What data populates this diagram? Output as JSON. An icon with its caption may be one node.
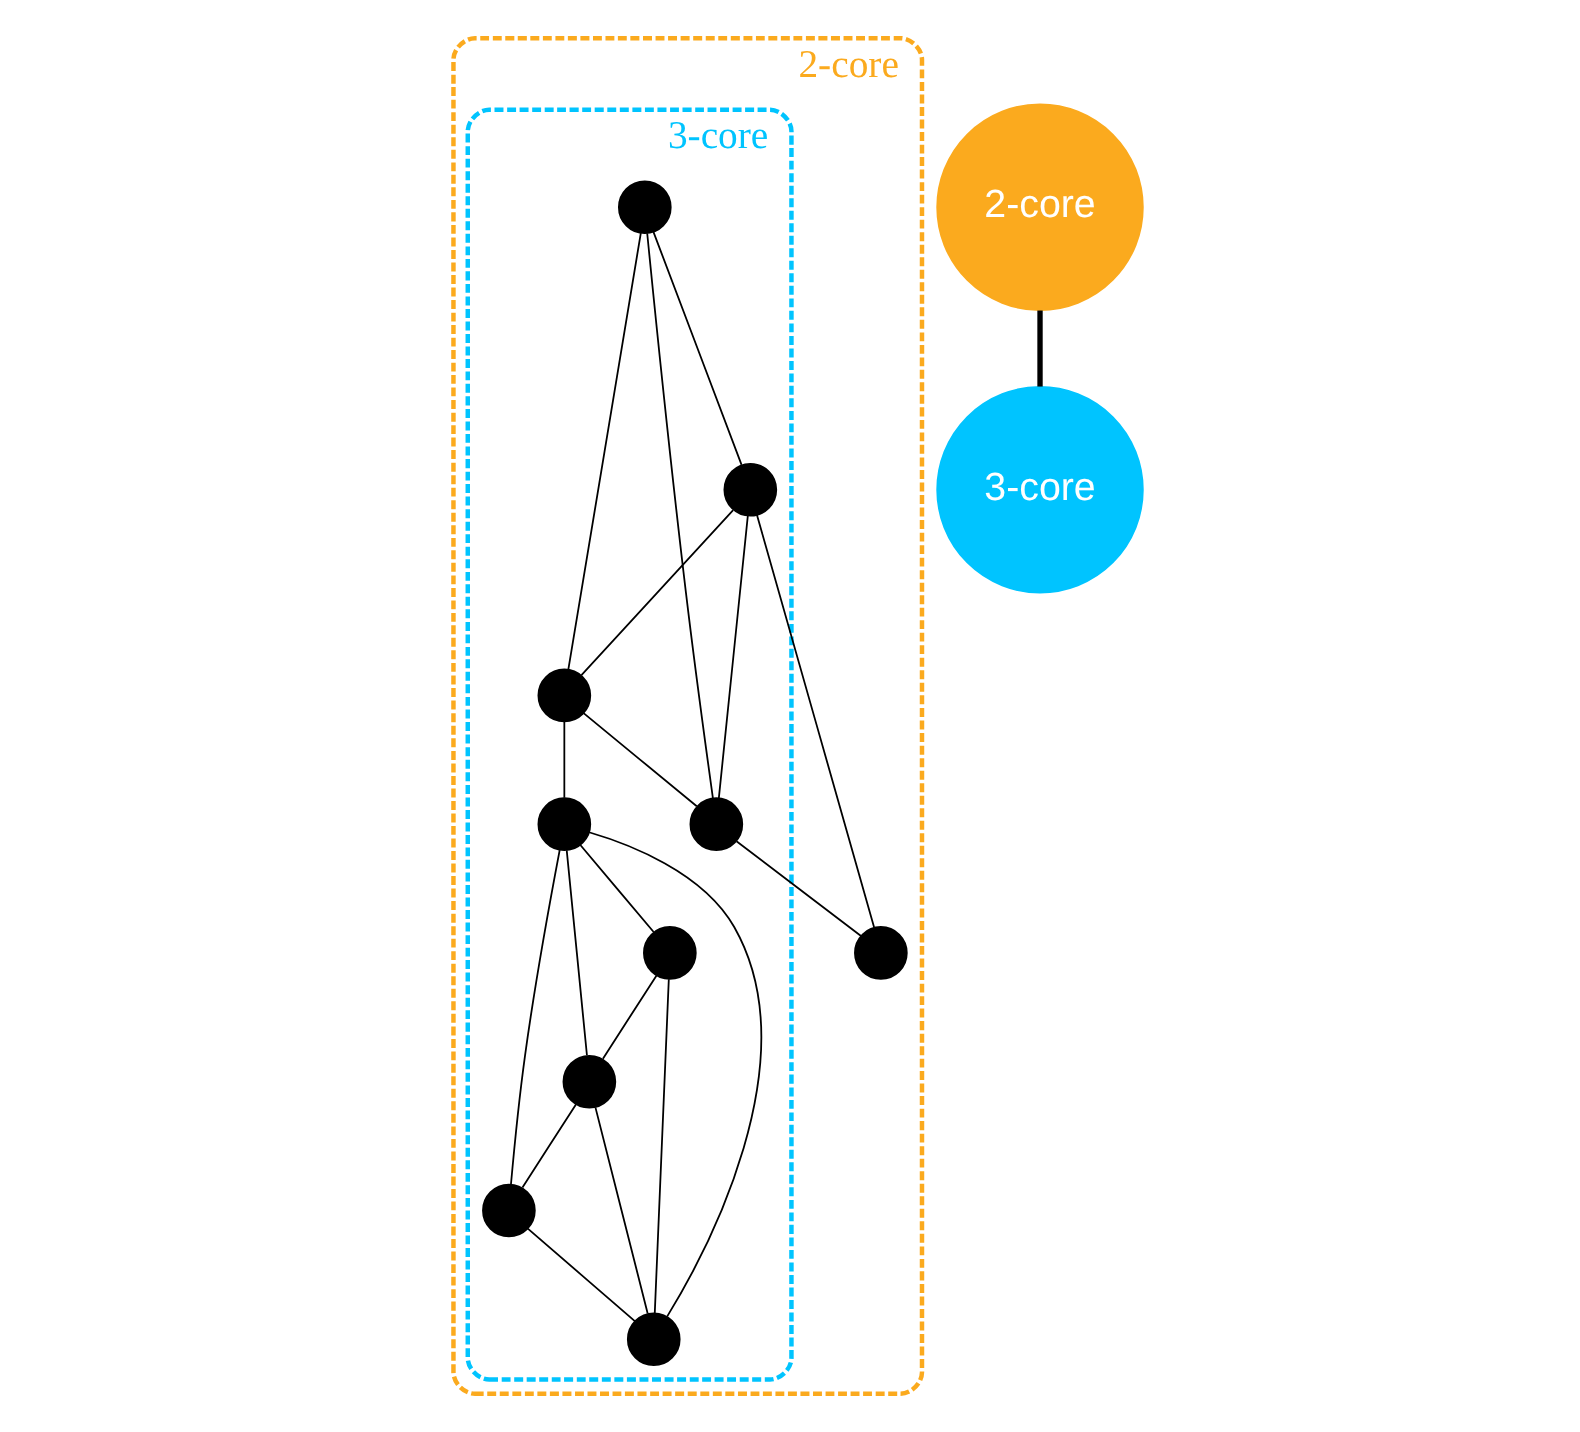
{
  "diagram": {
    "nodes": [
      {
        "text": [
          "2-core"
        ]
      },
      {
        "text": [
          "3-core"
        ],
        "in": 0
      },
      {
        "text": [],
        "shape": "circle",
        "in": 1
      },
      {
        "text": [],
        "shape": "circle",
        "in": 1
      },
      {
        "text": [],
        "shape": "circle",
        "in": 1
      },
      {
        "text": [],
        "shape": "circle",
        "in": 1
      },
      {
        "text": [],
        "shape": "circle",
        "in": 0
      },
      {
        "text": [],
        "shape": "circle",
        "in": 1
      },
      {
        "text": [],
        "shape": "circle",
        "in": 1
      },
      {
        "text": [],
        "shape": "circle",
        "in": 1
      },
      {
        "text": [],
        "shape": "circle",
        "in": 1
      },
      {
        "text": [],
        "shape": "circle",
        "in": 1
      },
      {
        "text": [
          "2-core"
        ]
      },
      {
        "text": [
          "3-core"
        ]
      }
    ],
    "edges": [
      {
        "from": 2,
        "to": 3,
        "arrow": "none"
      },
      {
        "from": 2,
        "to": 4,
        "arrow": "none"
      },
      {
        "from": 2,
        "to": 5,
        "arrow": "none"
      },
      {
        "from": 3,
        "to": 4,
        "arrow": "none"
      },
      {
        "from": 3,
        "to": 5,
        "arrow": "none"
      },
      {
        "from": 4,
        "to": 5,
        "arrow": "none"
      },
      {
        "from": 3,
        "to": 6,
        "arrow": "none"
      },
      {
        "from": 5,
        "to": 6,
        "arrow": "none"
      },
      {
        "from": 4,
        "to": 7,
        "arrow": "none"
      },
      {
        "from": 7,
        "to": 8,
        "arrow": "none"
      },
      {
        "from": 7,
        "to": 9,
        "arrow": "none"
      },
      {
        "from": 7,
        "to": 10,
        "arrow": "none"
      },
      {
        "from": 7,
        "to": 11,
        "arrow": "none"
      },
      {
        "from": 8,
        "to": 10,
        "arrow": "none"
      },
      {
        "from": 8,
        "to": 9,
        "arrow": "none"
      },
      {
        "from": 10,
        "to": 9,
        "arrow": "none"
      },
      {
        "from": 10,
        "to": 11,
        "arrow": "none"
      },
      {
        "from": 11,
        "to": 9,
        "arrow": "none"
      },
      {
        "from": 12,
        "to": 13,
        "arrow": "none",
        "style": "thick"
      }
    ]
  }
}
